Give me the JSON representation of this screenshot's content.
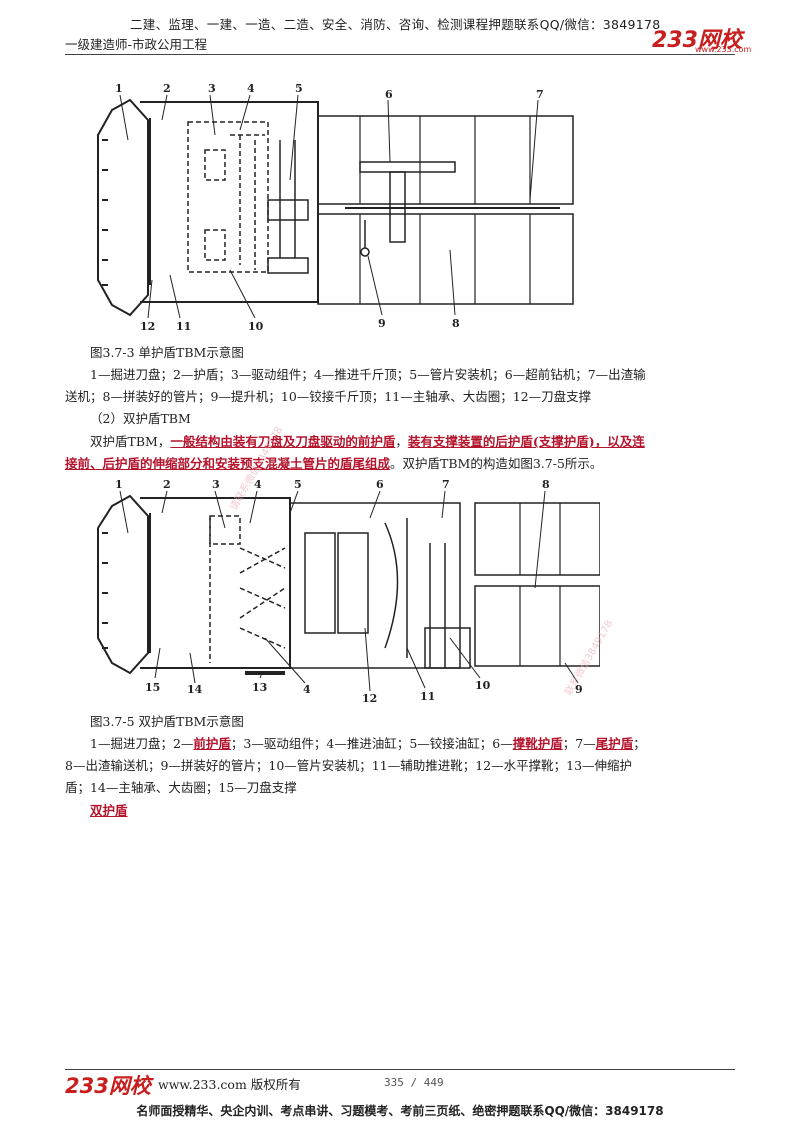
{
  "header": {
    "courses": "二建、监理、一建、一造、二造、安全、消防、咨询、检测课程押题联系QQ/微信：3849178",
    "subject": "一级建造师-市政公用工程",
    "logo": "233网校",
    "logo_sub": "www.233.com"
  },
  "figure1": {
    "labels": [
      "1",
      "2",
      "3",
      "4",
      "5",
      "6",
      "7",
      "12",
      "11",
      "10",
      "9",
      "8"
    ],
    "caption": "图3.7-3 单护盾TBM示意图",
    "legend_line1": "1—掘进刀盘；2—护盾；3—驱动组件；4—推进千斤顶；5—管片安装机；6—超前钻机；7—出渣输",
    "legend_line2": "送机；8—拼装好的管片；9—提升机；10—铰接千斤顶；11—主轴承、大齿圈；12—刀盘支撑"
  },
  "section": {
    "heading": "（2）双护盾TBM",
    "p_start": "双护盾TBM，",
    "p_hl1": "一般结构由装有刀盘及刀盘驱动的前护盾",
    "p_mid": "，",
    "p_hl2": "装有支撑装置的后护盾(支撑护盾)，以及连",
    "p_hl3": "接前、后护盾的伸缩部分和安装预支混凝土管片的盾尾组成",
    "p_end": "。双护盾TBM的构造如图3.7-5所示。"
  },
  "figure2": {
    "labels": [
      "1",
      "2",
      "3",
      "4",
      "5",
      "6",
      "7",
      "8",
      "15",
      "14",
      "13",
      "4",
      "12",
      "11",
      "10",
      "9"
    ],
    "caption": "图3.7-5 双护盾TBM示意图",
    "l1_a": "1—掘进刀盘；2—",
    "l1_b": "前护盾",
    "l1_c": "；3—驱动组件；4—推进油缸；5—铰接油缸；6—",
    "l1_d": "撑靴护盾",
    "l1_e": "；7—",
    "l1_f": "尾护盾",
    "l1_g": "；",
    "l2": "8—出渣输送机；9—拼装好的管片；10—管片安装机；11—辅助推进靴；12—水平撑靴；13—伸缩护",
    "l3": "盾；14—主轴承、大齿圈；15—刀盘支撑",
    "keyword": "双护盾"
  },
  "watermarks": [
    "请联系微信3849178",
    "联系微信3849178"
  ],
  "footer": {
    "logo": "233网校",
    "site": "www.233.com 版权所有",
    "page": "335 / 449",
    "bottom": "名师面授精华、央企内训、考点串讲、习题模考、考前三页纸、绝密押题联系QQ/微信：3849178"
  }
}
